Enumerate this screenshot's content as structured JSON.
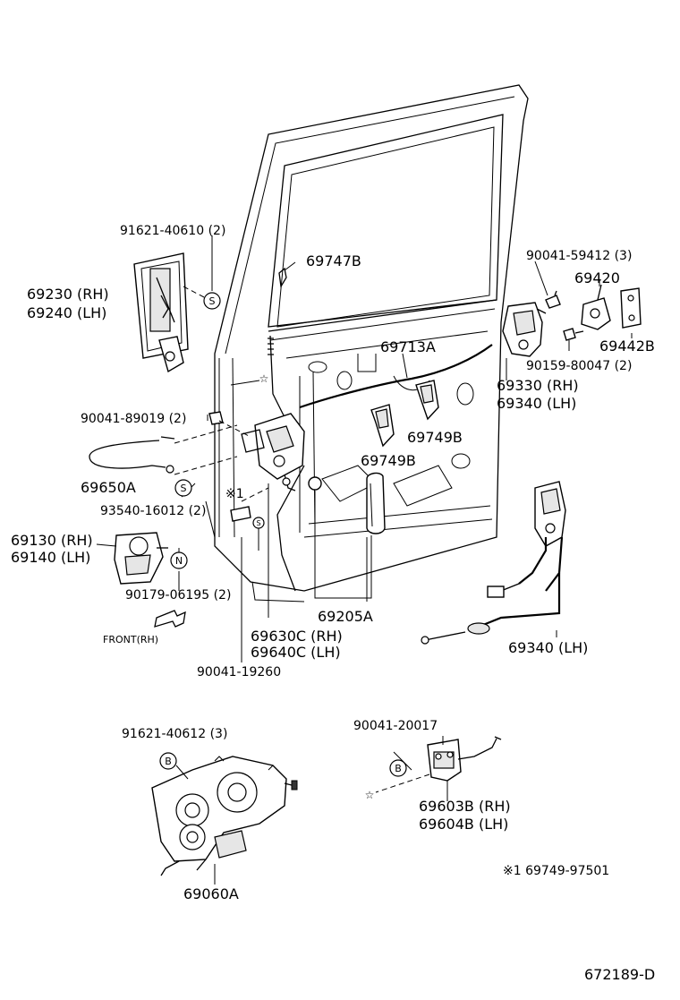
{
  "labels": {
    "l_91621_40610": "91621-40610 (2)",
    "l_69747B": "69747B",
    "l_90041_59412": "90041-59412 (3)",
    "l_69420": "69420",
    "l_69230": "69230 (RH)",
    "l_69240": "69240 (LH)",
    "l_69713A": "69713A",
    "l_69442B": "69442B",
    "l_90159_80047": "90159-80047 (2)",
    "l_69330": "69330 (RH)",
    "l_69340_top": "69340 (LH)",
    "l_90041_89019": "90041-89019 (2)",
    "l_69749B_a": "69749B",
    "l_69749B_b": "69749B",
    "l_star1": "※1",
    "l_69650A": "69650A",
    "l_93540": "93540-16012 (2)",
    "l_69130": "69130 (RH)",
    "l_69140": "69140 (LH)",
    "l_90179": "90179-06195 (2)",
    "l_69205A": "69205A",
    "l_front": "FRONT(RH)",
    "l_69630C": "69630C (RH)",
    "l_69640C": "69640C (LH)",
    "l_69340_bottom": "69340 (LH)",
    "l_90041_19260": "90041-19260",
    "l_91621_40612": "91621-40612 (3)",
    "l_90041_20017": "90041-20017",
    "l_69603B": "69603B (RH)",
    "l_69604B": "69604B (LH)",
    "l_69060A": "69060A",
    "l_footnote": "※1  69749-97501",
    "l_diagram_id": "672189-D"
  },
  "symbols": {
    "s1": "S",
    "s2": "S",
    "s3": "S",
    "n1": "N",
    "b1": "B",
    "b2": "B",
    "star_a": "☆",
    "star_b": "☆"
  }
}
